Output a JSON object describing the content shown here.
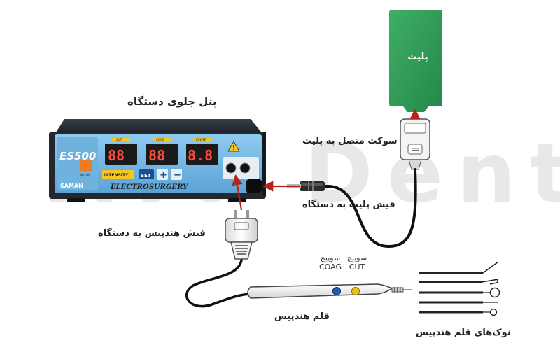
{
  "watermark": "Ava Dental",
  "device": {
    "panel_title": "پنل جلوی دستگاه",
    "model": "ES500",
    "brand_text": "ELECTROSURGERY",
    "maker": "SAMAN",
    "displays": [
      "88",
      "88",
      "8.8"
    ],
    "set_label": "SET",
    "plus_label": "+",
    "minus_label": "−",
    "mode_label": "MODE",
    "intensity_label": "INTENSITY",
    "display_labels": [
      "CUT",
      "COAG",
      "POWER"
    ]
  },
  "plate": {
    "label": "پلیت"
  },
  "labels": {
    "plate_socket": "سوکت متصل به پلیت",
    "plate_plug": "فیش پلیت به دستگاه",
    "handpiece_plug": "فیش هندپیس به دستگاه",
    "handpiece_pen": "قلم هندپیس",
    "handpiece_tips": "نوک‌های قلم هندپیس",
    "switch_word": "سوییچ",
    "coag": "COAG",
    "cut": "CUT"
  },
  "colors": {
    "arrow": "#b3261e",
    "plate_green": "#2e9b55",
    "panel_blue": "#74b9e6",
    "display_red": "#ff4a3a",
    "coag_button": "#1f5fb3",
    "cut_button": "#e8c21a"
  }
}
